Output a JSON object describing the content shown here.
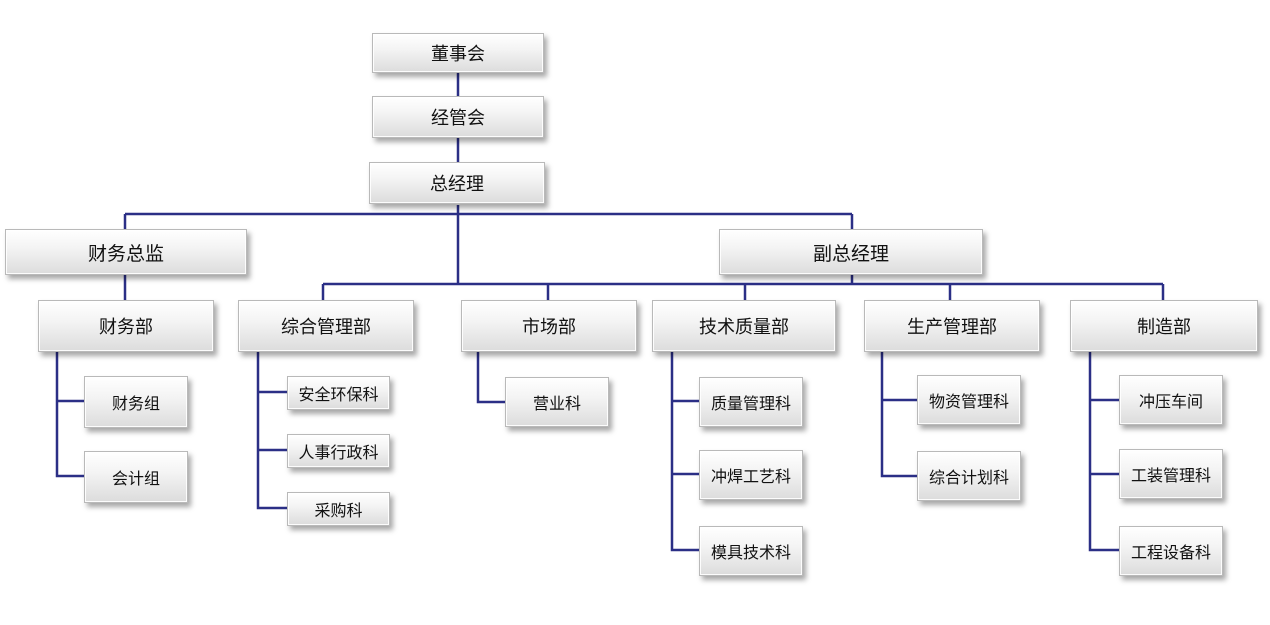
{
  "diagram": {
    "board": "董事会",
    "management_committee": "经管会",
    "general_manager": "总经理",
    "finance_director": "财务总监",
    "deputy_general_manager": "副总经理",
    "departments": [
      {
        "name": "财务部",
        "units": [
          "财务组",
          "会计组"
        ]
      },
      {
        "name": "综合管理部",
        "units": [
          "安全环保科",
          "人事行政科",
          "采购科"
        ]
      },
      {
        "name": "市场部",
        "units": [
          "营业科"
        ]
      },
      {
        "name": "技术质量部",
        "units": [
          "质量管理科",
          "冲焊工艺科",
          "模具技术科"
        ]
      },
      {
        "name": "生产管理部",
        "units": [
          "物资管理科",
          "综合计划科"
        ]
      },
      {
        "name": "制造部",
        "units": [
          "冲压车间",
          "工装管理科",
          "工程设备科"
        ]
      }
    ],
    "colors": {
      "connector": "#2b2f86",
      "box_border": "#b9b9b9"
    }
  }
}
